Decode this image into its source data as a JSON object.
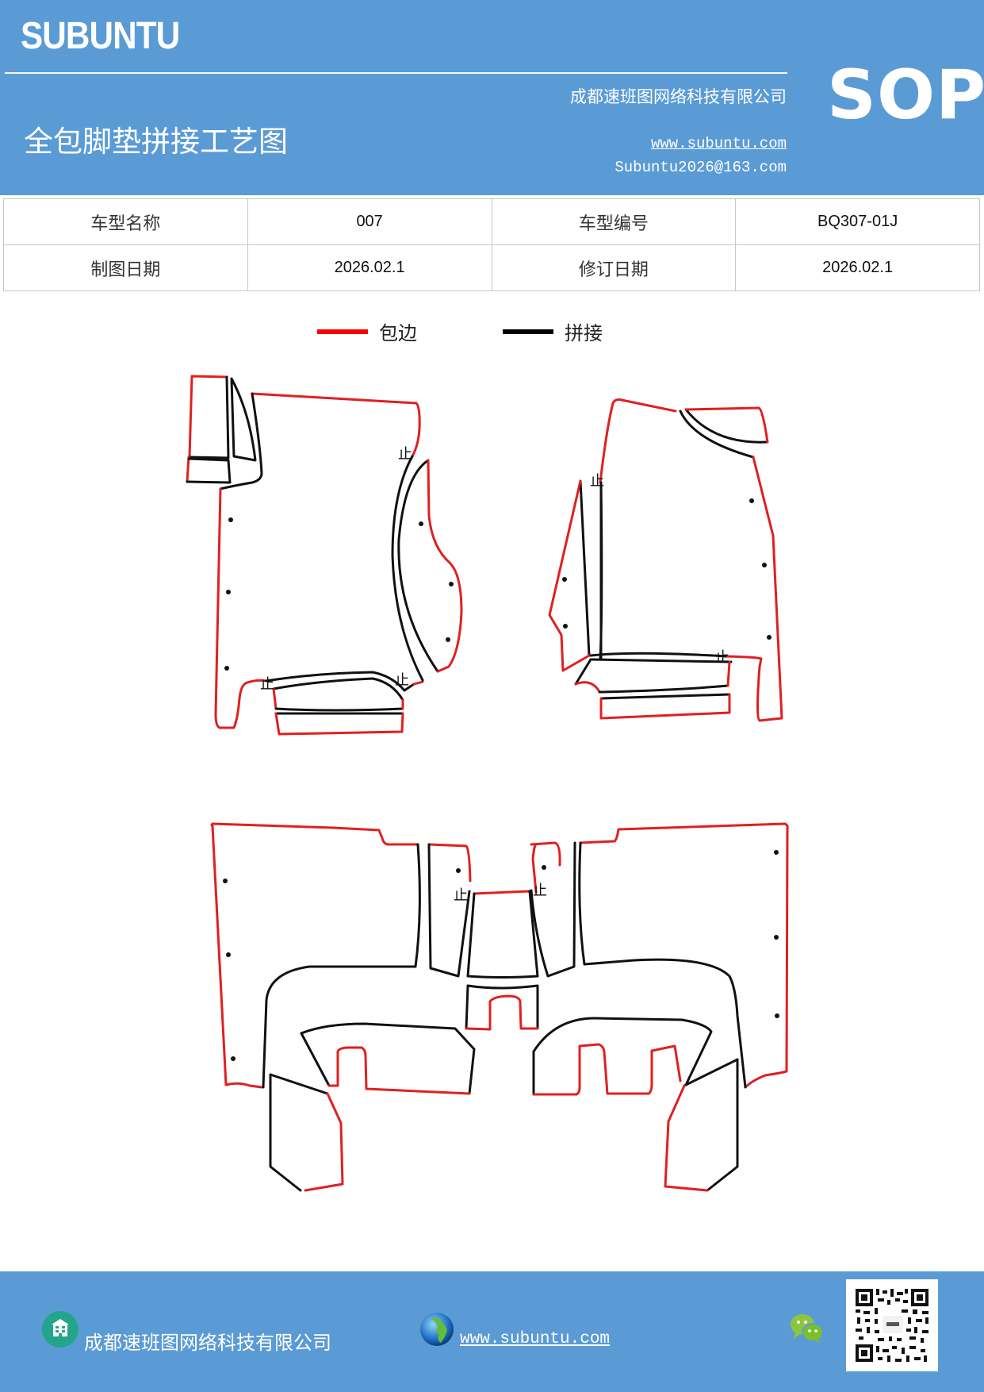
{
  "header": {
    "brand": "SUBUNTU",
    "title": "全包脚垫拼接工艺图",
    "company": "成都速班图网络科技有限公司",
    "website": "www.subuntu.com",
    "email": "Subuntu2026@163.com",
    "badge": "SOP",
    "background_color": "#5b9bd5"
  },
  "info_table": {
    "rows": [
      [
        {
          "label": "车型名称",
          "value": "007"
        },
        {
          "label": "车型编号",
          "value": "BQ307-01J"
        }
      ],
      [
        {
          "label": "制图日期",
          "value": "2026.02.1"
        },
        {
          "label": "修订日期",
          "value": "2026.02.1"
        }
      ]
    ]
  },
  "legend": {
    "items": [
      {
        "label": "包边",
        "color": "#ff0000"
      },
      {
        "label": "拼接",
        "color": "#000000"
      }
    ]
  },
  "drawing": {
    "stop_mark": "止",
    "edge_color": "#e02020",
    "seam_color": "#111111",
    "panels": [
      "front-left-mat",
      "front-right-mat",
      "rear-mat"
    ]
  },
  "footer": {
    "company": "成都速班图网络科技有限公司",
    "website": "www.subuntu.com",
    "icons": [
      "building-icon",
      "globe-icon",
      "wechat-icon",
      "qr-code"
    ]
  }
}
